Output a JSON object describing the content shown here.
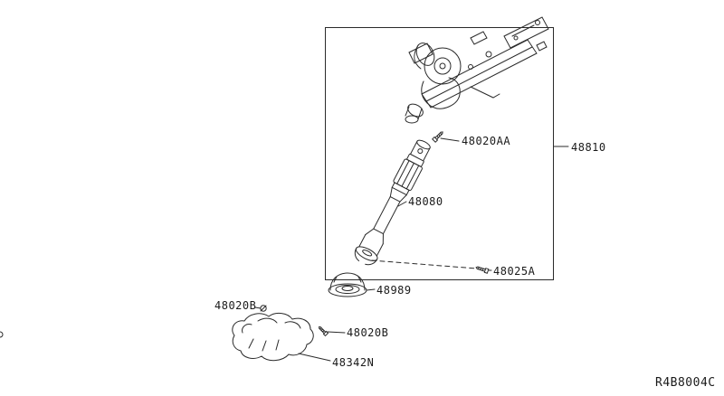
{
  "diagram": {
    "ref_code": "R4B8004C",
    "labels": [
      {
        "id": "48020AA"
      },
      {
        "id": "48810"
      },
      {
        "id": "48080"
      },
      {
        "id": "48025A"
      },
      {
        "id": "48989"
      },
      {
        "id": "48020B"
      },
      {
        "id": "48020B"
      },
      {
        "id": "48342N"
      }
    ]
  }
}
